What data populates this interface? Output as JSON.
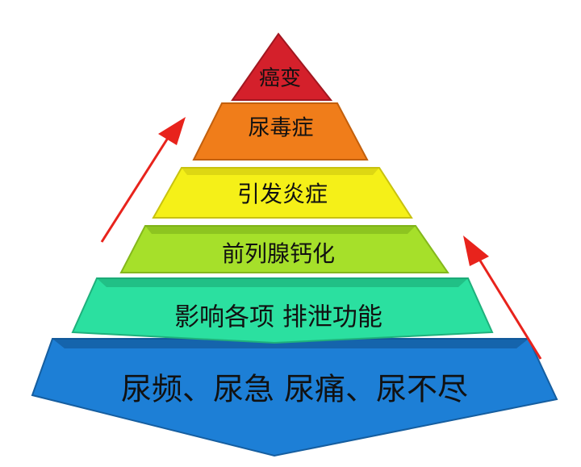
{
  "pyramid": {
    "tiers": [
      {
        "label": "癌变",
        "color": "#d4202b"
      },
      {
        "label": "尿毒症",
        "color": "#f07d1a"
      },
      {
        "label": "引发炎症",
        "color": "#f5f018"
      },
      {
        "label": "前列腺钙化",
        "color": "#a6e02a"
      },
      {
        "label": "影响各项  排泄功能",
        "color": "#2be0a0"
      },
      {
        "label": "尿频、尿急  尿痛、尿不尽",
        "color": "#1d7fd6"
      }
    ],
    "arrow_color": "#e8231c",
    "arrow_icons": [
      "arrow-up-right-icon",
      "arrow-up-right-icon"
    ]
  }
}
